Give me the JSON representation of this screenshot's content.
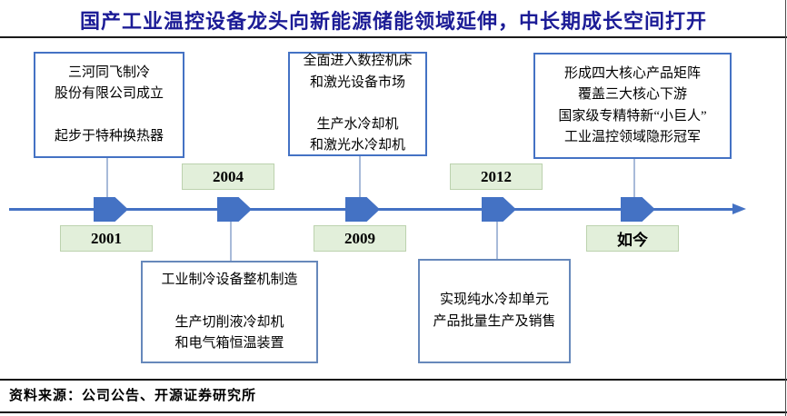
{
  "page": {
    "title": "国产工业温控设备龙头向新能源储能领域延伸，中长期成长空间打开",
    "source": "资料来源：公司公告、开源证券研究所"
  },
  "colors": {
    "title_color": "#1c1c96",
    "timeline_blue": "#4472C4",
    "label_bg": "#E2EFDA",
    "label_border": "#bcd2ae",
    "box_border_top": "#4472C4",
    "box_border_bottom": "#6688bb",
    "connector": "#a8bad9"
  },
  "milestones": [
    {
      "year": "2001",
      "box_text": "三河同飞制冷\n股份有限公司成立\n\n起步于特种换热器"
    },
    {
      "year": "2004",
      "box_text": "工业制冷设备整机制造\n\n生产切削液冷却机\n和电气箱恒温装置"
    },
    {
      "year": "2009",
      "box_text": "全面进入数控机床\n和激光设备市场\n\n生产水冷却机\n和激光水冷却机"
    },
    {
      "year": "2012",
      "box_text": "实现纯水冷却单元\n产品批量生产及销售"
    },
    {
      "year": "如今",
      "box_text": "形成四大核心产品矩阵\n覆盖三大核心下游\n国家级专精特新“小巨人”\n工业温控领域隐形冠军"
    }
  ]
}
